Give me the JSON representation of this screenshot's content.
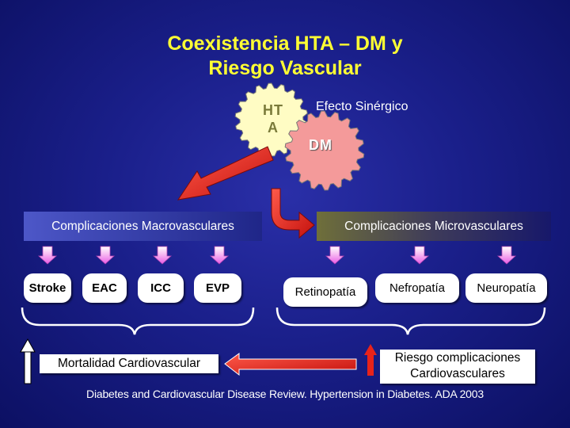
{
  "title": {
    "line1": "Coexistencia HTA – DM y",
    "line2": "Riesgo Vascular"
  },
  "gears": {
    "hta_label_line1": "HT",
    "hta_label_line2": "A",
    "dm_label": "DM"
  },
  "effect_label": "Efecto Sinérgico",
  "macro": {
    "header": "Complicaciones Macrovasculares",
    "items": [
      "Stroke",
      "EAC",
      "ICC",
      "EVP"
    ]
  },
  "micro": {
    "header": "Complicaciones Microvasculares",
    "items": [
      "Retinopatía",
      "Nefropatía",
      "Neuropatía"
    ]
  },
  "outcomes": {
    "left": "Mortalidad Cardiovascular",
    "right_line1": "Riesgo complicaciones",
    "right_line2": "Cardiovasculares"
  },
  "footer": "Diabetes and Cardiovascular Disease Review. Hypertension in Diabetes. ADA 2003",
  "colors": {
    "title": "#ffff33",
    "gear_hta": "#fffcc4",
    "gear_dm": "#f49a9a",
    "arrow_red": "#e8231a",
    "arrow_pink": "#f07ef0",
    "background": "#1a1f8a"
  },
  "icons": [
    "gear-icon",
    "curved-arrow-icon",
    "down-arrow-icon",
    "brace-icon",
    "up-arrow-icon",
    "left-arrow-icon"
  ]
}
